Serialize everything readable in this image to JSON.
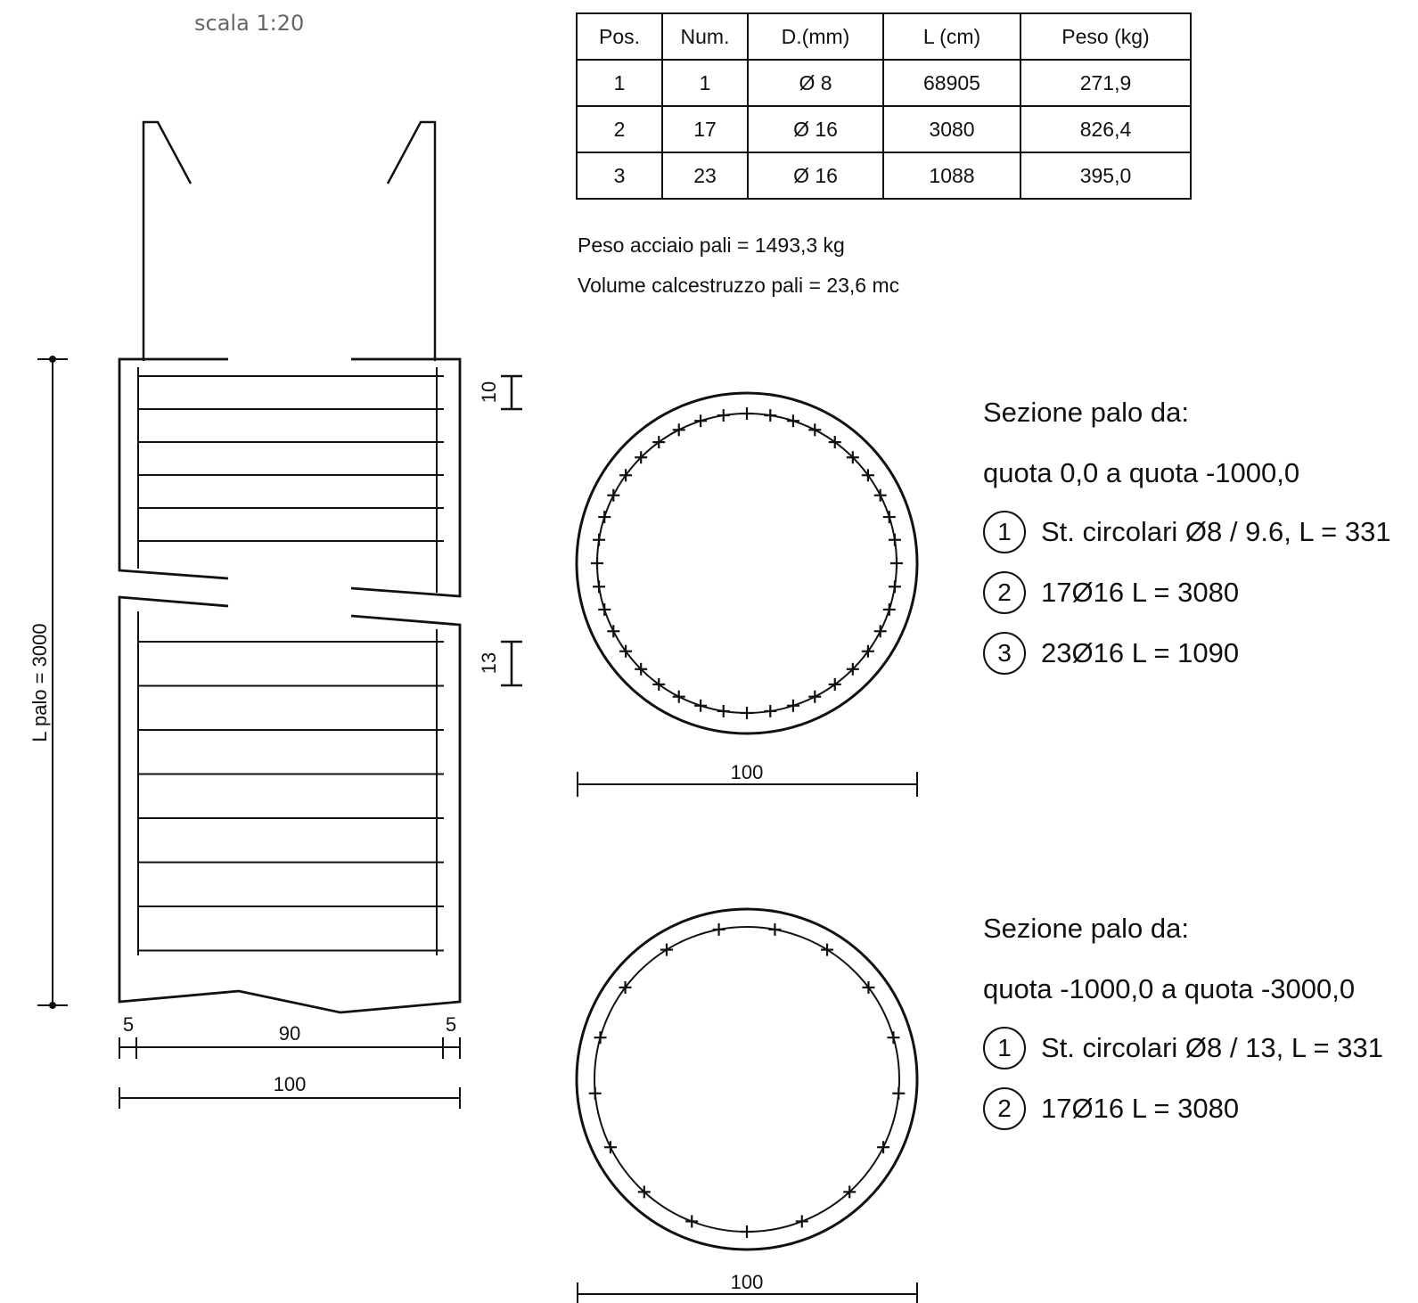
{
  "scale_note": "scala 1:20",
  "table": {
    "headers": [
      "Pos.",
      "Num.",
      "D.(mm)",
      "L (cm)",
      "Peso (kg)"
    ],
    "rows": [
      [
        "1",
        "1",
        "Ø 8",
        "68905",
        "271,9"
      ],
      [
        "2",
        "17",
        "Ø 16",
        "3080",
        "826,4"
      ],
      [
        "3",
        "23",
        "Ø 16",
        "1088",
        "395,0"
      ]
    ]
  },
  "summary": {
    "steel_weight": "Peso acciaio pali = 1493,3 kg",
    "concrete_volume": "Volume calcestruzzo pali = 23,6 mc"
  },
  "elevation": {
    "length_label": "L palo = 3000",
    "spacing_top": "10",
    "spacing_bottom": "13",
    "cover_left": "5",
    "inner_width": "90",
    "cover_right": "5",
    "total_width": "100"
  },
  "sections": [
    {
      "title": "Sezione palo da:",
      "range": "quota 0,0 a quota -1000,0",
      "width_label": "100",
      "bar_count": 40,
      "items": [
        {
          "mark": "1",
          "text": "St. circolari Ø8 / 9.6, L = 331"
        },
        {
          "mark": "2",
          "text": "17Ø16  L = 3080"
        },
        {
          "mark": "3",
          "text": "23Ø16  L = 1090"
        }
      ]
    },
    {
      "title": "Sezione palo da:",
      "range": "quota -1000,0 a quota -3000,0",
      "width_label": "100",
      "bar_count": 17,
      "items": [
        {
          "mark": "1",
          "text": "St. circolari Ø8 / 13, L = 331"
        },
        {
          "mark": "2",
          "text": "17Ø16  L = 3080"
        }
      ]
    }
  ]
}
